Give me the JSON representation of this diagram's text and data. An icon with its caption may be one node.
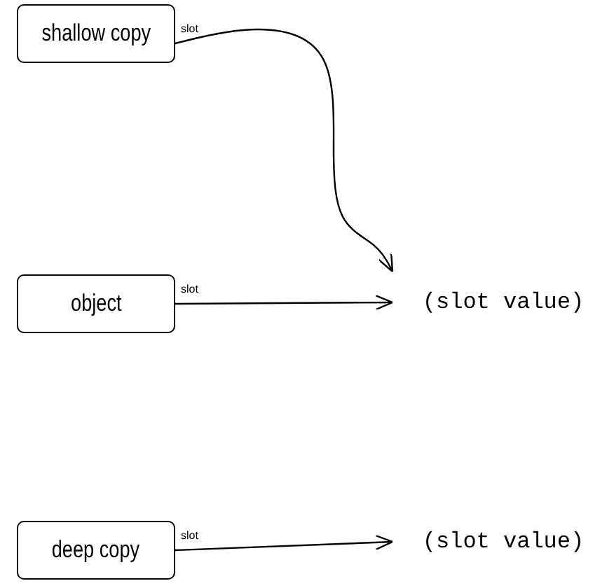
{
  "diagram": {
    "nodes": [
      {
        "text": [
          "shallow copy"
        ]
      },
      {
        "text": [
          "object"
        ]
      },
      {
        "text": [
          "(slot value)"
        ]
      },
      {
        "text": [
          "deep copy"
        ]
      },
      {
        "text": [
          "(slot value)"
        ]
      }
    ],
    "edges": [
      {
        "from": 0,
        "to": 2,
        "arrow": "to",
        "label": "slot"
      },
      {
        "from": 1,
        "to": 2,
        "arrow": "to",
        "label": "slot"
      },
      {
        "from": 3,
        "to": 4,
        "arrow": "to",
        "label": "slot"
      }
    ]
  }
}
